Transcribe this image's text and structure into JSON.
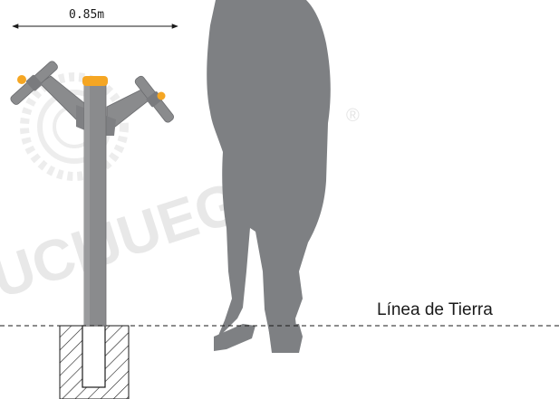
{
  "dimension": {
    "label": "0.85m"
  },
  "ground_line": {
    "label": "Línea de Tierra"
  },
  "watermark": {
    "text": "UCIJUEGOS",
    "registered_mark": "®"
  },
  "colors": {
    "equipment_gray": "#8a8b8d",
    "equipment_dark": "#76777a",
    "accent_orange": "#f5a623",
    "human_silhouette": "#7e8083",
    "watermark_gray": "#e6e6e6",
    "line_color": "#1a1a1a"
  }
}
